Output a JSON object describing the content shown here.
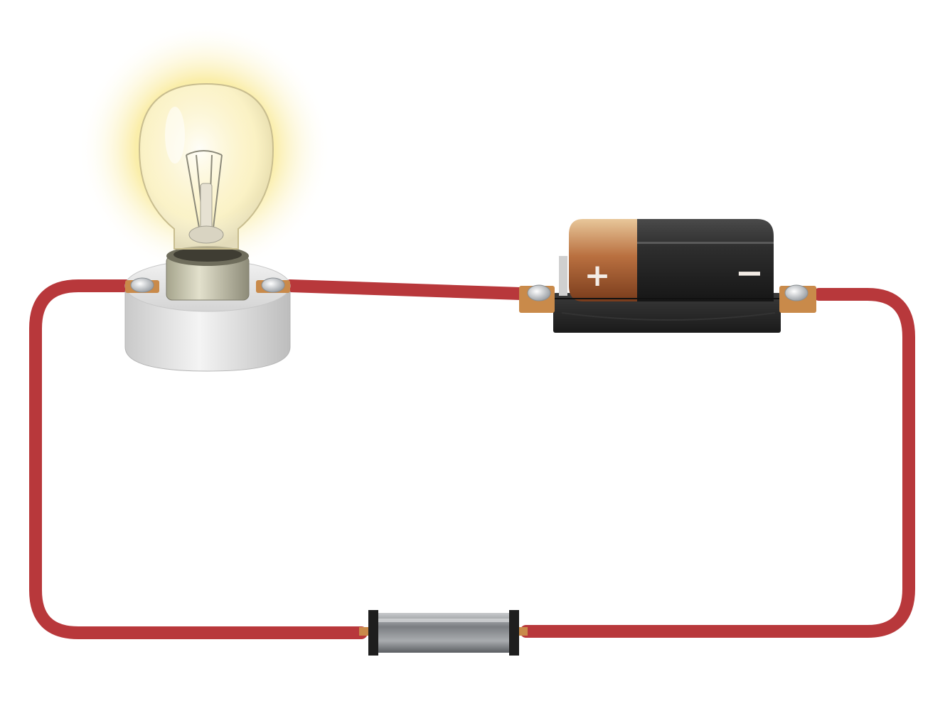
{
  "diagram": {
    "components": [
      "light-bulb",
      "bulb-holder",
      "battery",
      "fuse"
    ],
    "battery": {
      "positive_label": "+",
      "negative_label": "−"
    },
    "colors": {
      "wire": "#b8383b",
      "glow": "#f7e27a",
      "terminal": "#c98a4a",
      "battery_body": "#2a2a2a",
      "battery_cap": "#a8643a",
      "holder": "#dcdcdc",
      "fuse": "#8c8f93"
    }
  }
}
